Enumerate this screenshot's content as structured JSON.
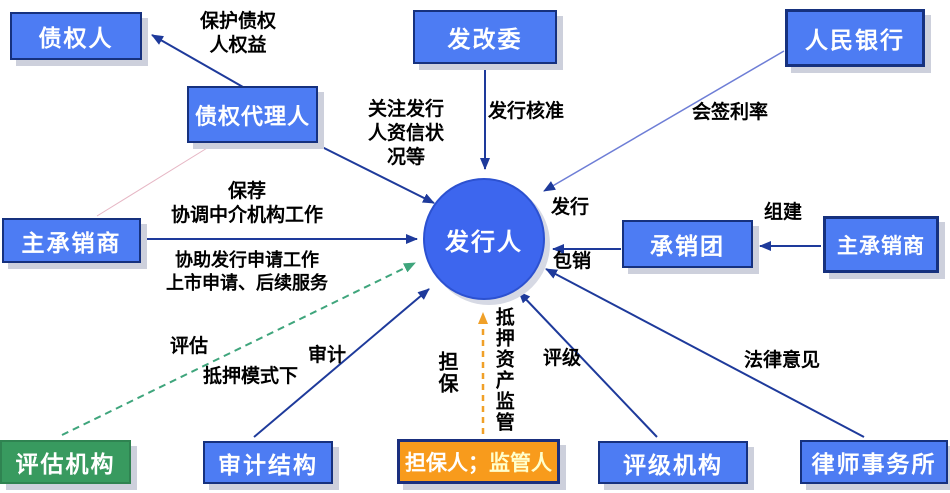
{
  "colors": {
    "node_blue": "#4d7cf3",
    "node_green": "#389a5f",
    "node_orange": "#f89b1c",
    "node_border_navy": "#16317e",
    "issuer_circle_blue": "#3d66ee",
    "arrow_navy": "#1e3a9b",
    "arrow_thin_periwinkle": "#6e7ed6",
    "arrow_green_dashed": "#3fa57c",
    "arrow_orange_dashed": "#f0a028",
    "connector_pink": "#e6b6c4",
    "node_text": "#ffffff",
    "guarantor_text_part2": "#ffffcc",
    "edge_label_text": "#000000"
  },
  "nodes": {
    "creditor": {
      "label": "债权人"
    },
    "ndrc": {
      "label": "发改委"
    },
    "pboc": {
      "label": "人民银行"
    },
    "agent": {
      "label": "债权代理人"
    },
    "lead_underwriter_left": {
      "label": "主承销商"
    },
    "issuer": {
      "label": "发行人"
    },
    "syndicate": {
      "label": "承销团"
    },
    "lead_underwriter_right": {
      "label": "主承销商"
    },
    "appraisal": {
      "label": "评估机构"
    },
    "audit": {
      "label": "审计结构"
    },
    "guarantor": {
      "label_part1": "担保人；",
      "label_part2": "监管人"
    },
    "rating": {
      "label": "评级机构"
    },
    "law_firm": {
      "label": "律师事务所"
    }
  },
  "edges": [
    {
      "from": "agent",
      "to": "creditor",
      "style": "solid-navy",
      "label": "保护债权\n人权益"
    },
    {
      "from": "ndrc",
      "to": "issuer",
      "style": "solid-navy",
      "label": "发行核准"
    },
    {
      "from": "pboc",
      "to": "issuer",
      "style": "solid-thin",
      "label": "会签利率"
    },
    {
      "from": "agent",
      "to": "issuer",
      "style": "solid-navy",
      "label": "关注发行\n人资信状\n况等"
    },
    {
      "from": "lead_underwriter_left",
      "to": "issuer",
      "style": "solid-navy",
      "label": "保荐\n协调中介机构工作"
    },
    {
      "from": "lead_underwriter_left",
      "to": "issuer",
      "style": "label-only",
      "label": "协助发行申请工作\n上市申请、后续服务"
    },
    {
      "from": "issuer",
      "to": "syndicate",
      "style": "label-only",
      "label": "发行"
    },
    {
      "from": "syndicate",
      "to": "issuer",
      "style": "solid-navy",
      "label": "包销"
    },
    {
      "from": "lead_underwriter_right",
      "to": "syndicate",
      "style": "solid-navy",
      "label": "组建"
    },
    {
      "from": "appraisal",
      "to": "issuer",
      "style": "dashed-green",
      "label": "评估"
    },
    {
      "from": "appraisal",
      "to": "issuer",
      "style": "label-only",
      "label": "抵押模式下"
    },
    {
      "from": "audit",
      "to": "issuer",
      "style": "solid-navy",
      "label": "审计"
    },
    {
      "from": "guarantor",
      "to": "issuer",
      "style": "label-only",
      "label": "担保"
    },
    {
      "from": "guarantor",
      "to": "issuer",
      "style": "dashed-orange",
      "label": "抵押资产监管"
    },
    {
      "from": "rating",
      "to": "issuer",
      "style": "solid-navy",
      "label": "评级"
    },
    {
      "from": "law_firm",
      "to": "issuer",
      "style": "solid-navy",
      "label": "法律意见"
    },
    {
      "from": "lead_underwriter_left",
      "to": "agent",
      "style": "thin-pink",
      "label": ""
    }
  ]
}
